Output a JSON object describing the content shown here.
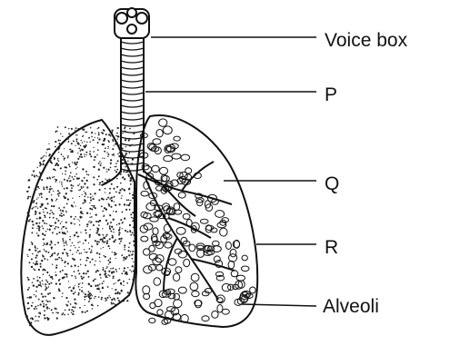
{
  "labels": {
    "voice_box": "Voice box",
    "p": "P",
    "q": "Q",
    "r": "R",
    "alveoli": "Alveoli"
  },
  "colors": {
    "ink": "#111111",
    "background": "#ffffff"
  }
}
